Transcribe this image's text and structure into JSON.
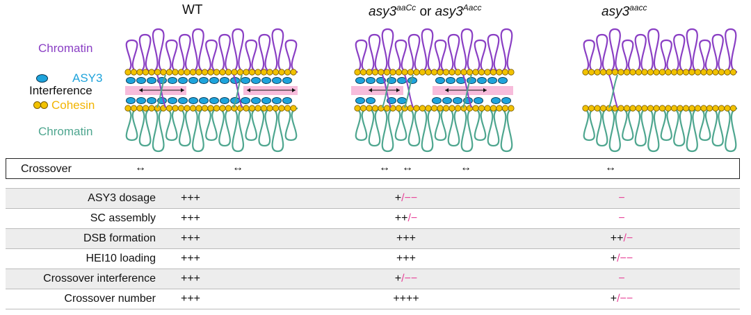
{
  "headers": {
    "wt": "WT",
    "mid": {
      "a_base": "asy3",
      "a_sup": "aaCc",
      "or": "or",
      "b_base": "asy3",
      "b_sup": "Aacc"
    },
    "right": {
      "base": "asy3",
      "sup": "aacc"
    }
  },
  "legend": {
    "chromatin_top": "Chromatin",
    "asy3": "ASY3",
    "interference": "Interference",
    "cohesin": "Cohesin",
    "chromatin_bottom": "Chromatin"
  },
  "crossover_label": "Crossover",
  "crossover_arrow": "↔",
  "rows": [
    {
      "name": "ASY3 dosage",
      "wt": "+++",
      "mid_black": "+",
      "mid_pink": "/−−",
      "right_black": "",
      "right_pink": "−"
    },
    {
      "name": "SC assembly",
      "wt": "+++",
      "mid_black": "++",
      "mid_pink": "/−",
      "right_black": "",
      "right_pink": "−"
    },
    {
      "name": "DSB formation",
      "wt": "+++",
      "mid_black": "+++",
      "mid_pink": "",
      "right_black": "++",
      "right_pink": "/−"
    },
    {
      "name": "HEI10 loading",
      "wt": "+++",
      "mid_black": "+++",
      "mid_pink": "",
      "right_black": "+",
      "right_pink": "/−−"
    },
    {
      "name": "Crossover interference",
      "wt": "+++",
      "mid_black": "+",
      "mid_pink": "/−−",
      "right_black": "",
      "right_pink": "−"
    },
    {
      "name": "Crossover number",
      "wt": "+++",
      "mid_black": "++++",
      "mid_pink": "",
      "right_black": "+",
      "right_pink": "/−−"
    }
  ],
  "colors": {
    "chromatin_top": "#8a3fc4",
    "chromatin_bottom": "#4ea68f",
    "asy3": "#1ea3db",
    "cohesin": "#f2c200",
    "interference": "#f4a6cf",
    "pink_text": "#e7469a"
  }
}
